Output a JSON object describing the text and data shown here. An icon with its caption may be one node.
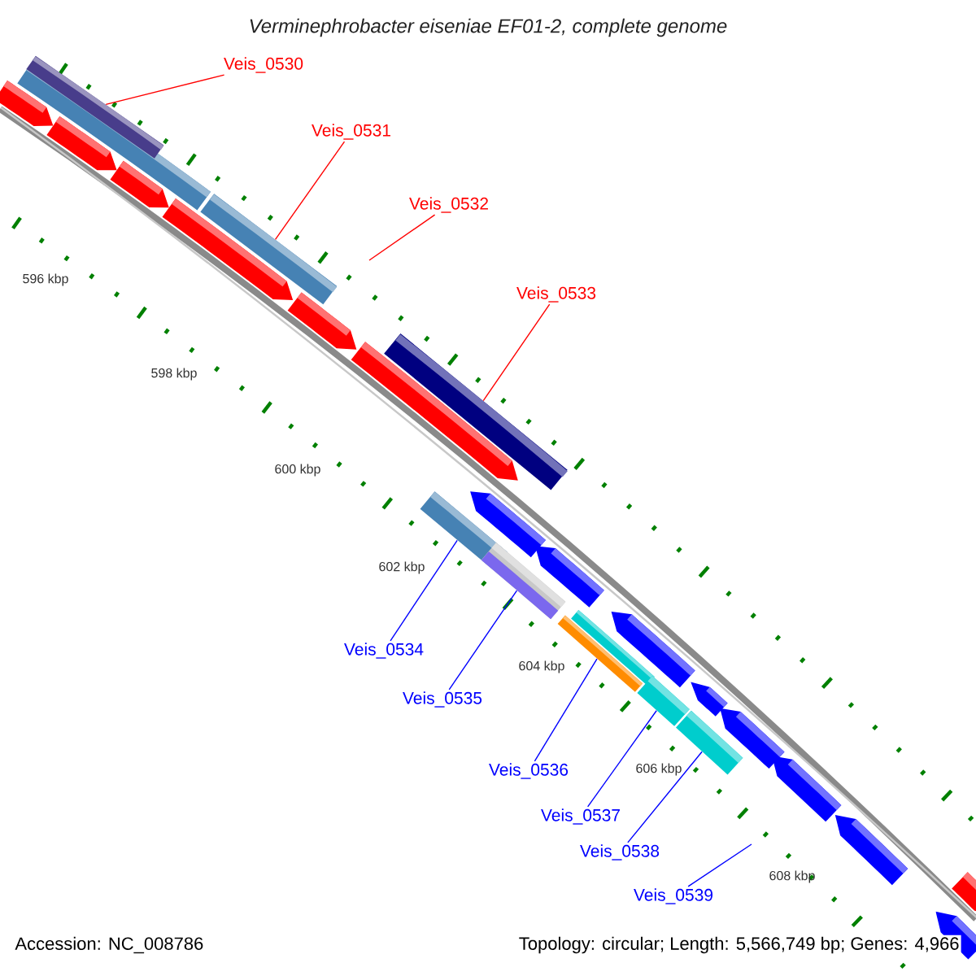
{
  "diagram": {
    "title": "Verminephrobacter eiseniae EF01-2, complete genome",
    "nodes": [
      {
        "text": [
          "Veis_0530"
        ]
      },
      {
        "text": [
          "Veis_0531"
        ]
      },
      {
        "text": [
          "Veis_0532"
        ]
      },
      {
        "text": [
          "Veis_0533"
        ]
      },
      {
        "text": [
          "Veis_0534"
        ]
      },
      {
        "text": [
          "Veis_0535"
        ]
      },
      {
        "text": [
          "Veis_0536"
        ]
      },
      {
        "text": [
          "Veis_0537"
        ]
      },
      {
        "text": [
          "Veis_0538"
        ]
      },
      {
        "text": [
          "Veis_0539"
        ]
      },
      {
        "text": [],
        "shape": "bar"
      },
      {
        "text": [],
        "shape": "bar"
      },
      {
        "text": [],
        "shape": "bar"
      },
      {
        "text": [],
        "shape": "bar"
      },
      {
        "text": [],
        "shape": "bar"
      },
      {
        "text": [],
        "shape": "bar"
      },
      {
        "text": [],
        "shape": "bar"
      },
      {
        "text": [],
        "shape": "bar"
      }
    ],
    "edges": [
      {
        "from": 0,
        "to": 10,
        "arrow": "none",
        "color": "#ff0000"
      },
      {
        "from": 1,
        "to": 11,
        "arrow": "none",
        "color": "#ff0000"
      },
      {
        "from": 2,
        "to": null,
        "arrow": "none",
        "color": "#ff0000"
      },
      {
        "from": 3,
        "to": 12,
        "arrow": "none",
        "color": "#ff0000"
      },
      {
        "from": 4,
        "to": 13,
        "arrow": "none",
        "color": "#0000ff"
      },
      {
        "from": 5,
        "to": 14,
        "arrow": "none",
        "color": "#0000ff"
      },
      {
        "from": 6,
        "to": 15,
        "arrow": "none",
        "color": "#0000ff"
      },
      {
        "from": 7,
        "to": 16,
        "arrow": "none",
        "color": "#0000ff"
      },
      {
        "from": 8,
        "to": 17,
        "arrow": "none",
        "color": "#0000ff"
      },
      {
        "from": 9,
        "to": null,
        "arrow": "none",
        "color": "#0000ff"
      }
    ],
    "labels": [
      "596 kbp",
      "598 kbp",
      "600 kbp",
      "602 kbp",
      "604 kbp",
      "606 kbp",
      "608 kbp",
      "Accession: NC_008786",
      "Topology: circular; Length: 5,566,749 bp; Genes: 4,966"
    ]
  }
}
